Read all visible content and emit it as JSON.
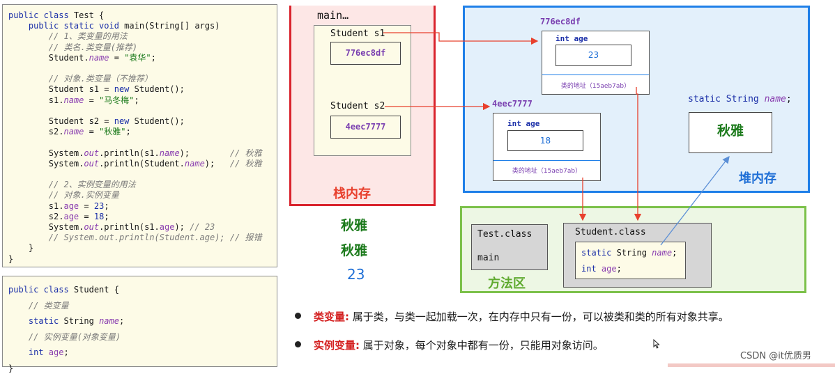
{
  "code_test": [
    [
      {
        "t": "public class Test {",
        "c": "kw-mix"
      }
    ],
    [
      {
        "t": "    public static void ",
        "c": "kw"
      },
      {
        "t": "main(String[] args)",
        "c": ""
      }
    ],
    [
      {
        "t": "        // 1、类变量的用法",
        "c": "cm"
      }
    ],
    [
      {
        "t": "        // 类名.类变量(推荐)",
        "c": "cm"
      }
    ],
    [
      {
        "t": "        Student.",
        "c": ""
      },
      {
        "t": "name",
        "c": "fi"
      },
      {
        "t": " = ",
        "c": ""
      },
      {
        "t": "\"袁华\"",
        "c": "st"
      },
      {
        "t": ";",
        "c": ""
      }
    ],
    [
      {
        "t": "",
        "c": ""
      }
    ],
    [
      {
        "t": "        // 对象.类变量（不推荐）",
        "c": "cm"
      }
    ],
    [
      {
        "t": "        Student s1 = ",
        "c": ""
      },
      {
        "t": "new",
        "c": "kw"
      },
      {
        "t": " Student();",
        "c": ""
      }
    ],
    [
      {
        "t": "        s1.",
        "c": ""
      },
      {
        "t": "name",
        "c": "fi"
      },
      {
        "t": " = ",
        "c": ""
      },
      {
        "t": "\"马冬梅\"",
        "c": "st"
      },
      {
        "t": ";",
        "c": ""
      }
    ],
    [
      {
        "t": "",
        "c": ""
      }
    ],
    [
      {
        "t": "        Student s2 = ",
        "c": ""
      },
      {
        "t": "new",
        "c": "kw"
      },
      {
        "t": " Student();",
        "c": ""
      }
    ],
    [
      {
        "t": "        s2.",
        "c": ""
      },
      {
        "t": "name",
        "c": "fi"
      },
      {
        "t": " = ",
        "c": ""
      },
      {
        "t": "\"秋雅\"",
        "c": "st"
      },
      {
        "t": ";",
        "c": ""
      }
    ],
    [
      {
        "t": "",
        "c": ""
      }
    ],
    [
      {
        "t": "        System.",
        "c": ""
      },
      {
        "t": "out",
        "c": "fi"
      },
      {
        "t": ".println(s1.",
        "c": ""
      },
      {
        "t": "name",
        "c": "fi"
      },
      {
        "t": ");        ",
        "c": ""
      },
      {
        "t": "// 秋雅",
        "c": "cm"
      }
    ],
    [
      {
        "t": "        System.",
        "c": ""
      },
      {
        "t": "out",
        "c": "fi"
      },
      {
        "t": ".println(Student.",
        "c": ""
      },
      {
        "t": "name",
        "c": "fi"
      },
      {
        "t": ");   ",
        "c": ""
      },
      {
        "t": "// 秋雅",
        "c": "cm"
      }
    ],
    [
      {
        "t": "",
        "c": ""
      }
    ],
    [
      {
        "t": "        // 2、实例变量的用法",
        "c": "cm"
      }
    ],
    [
      {
        "t": "        // 对象.实例变量",
        "c": "cm"
      }
    ],
    [
      {
        "t": "        s1.",
        "c": ""
      },
      {
        "t": "age",
        "c": "lv"
      },
      {
        "t": " = ",
        "c": ""
      },
      {
        "t": "23",
        "c": "kw"
      },
      {
        "t": ";",
        "c": ""
      }
    ],
    [
      {
        "t": "        s2.",
        "c": ""
      },
      {
        "t": "age",
        "c": "lv"
      },
      {
        "t": " = ",
        "c": ""
      },
      {
        "t": "18",
        "c": "kw"
      },
      {
        "t": ";",
        "c": ""
      }
    ],
    [
      {
        "t": "        System.",
        "c": ""
      },
      {
        "t": "out",
        "c": "fi"
      },
      {
        "t": ".println(s1.",
        "c": ""
      },
      {
        "t": "age",
        "c": "lv"
      },
      {
        "t": "); ",
        "c": ""
      },
      {
        "t": "// 23",
        "c": "cm"
      }
    ],
    [
      {
        "t": "        // System.out.println(Student.age); // 报错",
        "c": "cm"
      }
    ],
    [
      {
        "t": "    }",
        "c": ""
      }
    ],
    [
      {
        "t": "}",
        "c": ""
      }
    ]
  ],
  "code_student": [
    [
      {
        "t": "public class ",
        "c": "kw"
      },
      {
        "t": "Student {",
        "c": ""
      }
    ],
    [
      {
        "t": "    // 类变量",
        "c": "cm"
      }
    ],
    [
      {
        "t": "    static ",
        "c": "kw"
      },
      {
        "t": "String ",
        "c": ""
      },
      {
        "t": "name",
        "c": "fi"
      },
      {
        "t": ";",
        "c": ""
      }
    ],
    [
      {
        "t": "    // 实例变量(对象变量)",
        "c": "cm"
      }
    ],
    [
      {
        "t": "    int ",
        "c": "kw"
      },
      {
        "t": "age",
        "c": "lv"
      },
      {
        "t": ";",
        "c": ""
      }
    ],
    [
      {
        "t": "}",
        "c": ""
      }
    ]
  ],
  "stack": {
    "frame_label": "main…",
    "s1_label": "Student  s1",
    "s1_value": "776ec8df",
    "s2_label": "Student  s2",
    "s2_value": "4eec7777",
    "title": "栈内存"
  },
  "output": [
    "秋雅",
    "秋雅",
    "23"
  ],
  "heap": {
    "title": "堆内存",
    "obj1_addr": "776ec8df",
    "obj1_field": "int age",
    "obj1_value": "23",
    "obj1_classref": "类的地址（15aeb7ab）",
    "obj2_addr": "4eec7777",
    "obj2_field": "int age",
    "obj2_value": "18",
    "obj2_classref": "类的地址（15aeb7ab）",
    "static_label_kw": "static String ",
    "static_label_name": "name",
    "static_label_end": ";",
    "static_value": "秋雅"
  },
  "method_area": {
    "title": "方法区",
    "test_class": "Test.class",
    "test_main": "main",
    "student_class": "Student.class",
    "static_line_kw": "static",
    "static_line_type": " String ",
    "static_line_name": "name",
    "static_line_end": ";",
    "int_line_kw": "int",
    "int_line_name": " age",
    "int_line_end": ";"
  },
  "notes": [
    {
      "term": "类变量:",
      "text": "属于类，与类一起加载一次，在内存中只有一份，可以被类和类的所有对象共享。"
    },
    {
      "term": "实例变量:",
      "text": "属于对象，每个对象中都有一份，只能用对象访问。"
    }
  ],
  "watermark": "CSDN @it优质男",
  "colors": {
    "stack_border": "#d9232d",
    "stack_bg": "#fde7e6",
    "heap_border": "#1f7fe8",
    "heap_bg": "#e3f0fb",
    "method_border": "#7cc14a",
    "method_bg": "#edf7e4",
    "arrow_red": "#e8402d",
    "arrow_blue": "#5b8fd6",
    "title_red": "#e8402d",
    "title_blue": "#1f6fd6",
    "title_green": "#5faa2f",
    "output_green": "#1b7a1b",
    "output_blue": "#1f6fd6",
    "term_red": "#d42020"
  }
}
